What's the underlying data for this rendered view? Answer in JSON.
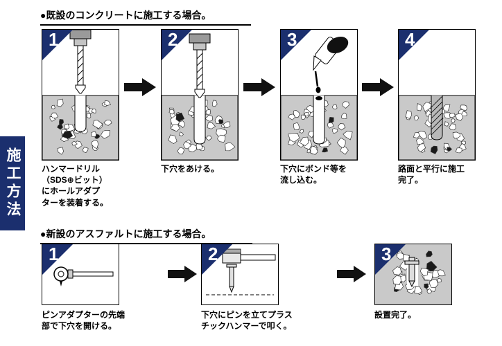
{
  "sidebar": {
    "title": "施工方法"
  },
  "sections": {
    "concrete": {
      "header": "●既設のコンクリートに施工する場合。",
      "steps": [
        {
          "number": "1",
          "caption": "ハンマードリル\n（SDS⊕ビット）\nにホールアダプ\nターを装着する。"
        },
        {
          "number": "2",
          "caption": "下穴をあける。"
        },
        {
          "number": "3",
          "caption": "下穴にボンド等を\n流し込む。"
        },
        {
          "number": "4",
          "caption": "路面と平行に施工\n完了。"
        }
      ]
    },
    "asphalt": {
      "header": "●新設のアスファルトに施工する場合。",
      "steps": [
        {
          "number": "1",
          "caption": "ピンアダプターの先端\n部で下穴を開ける。"
        },
        {
          "number": "2",
          "caption": "下穴にピンを立てプラス\nチックハンマーで叩く。"
        },
        {
          "number": "3",
          "caption": "設置完了。"
        }
      ]
    }
  },
  "colors": {
    "accent_navy": "#1b2f6e",
    "concrete_gray": "#c9c9c9",
    "arrow_black": "#111111"
  }
}
